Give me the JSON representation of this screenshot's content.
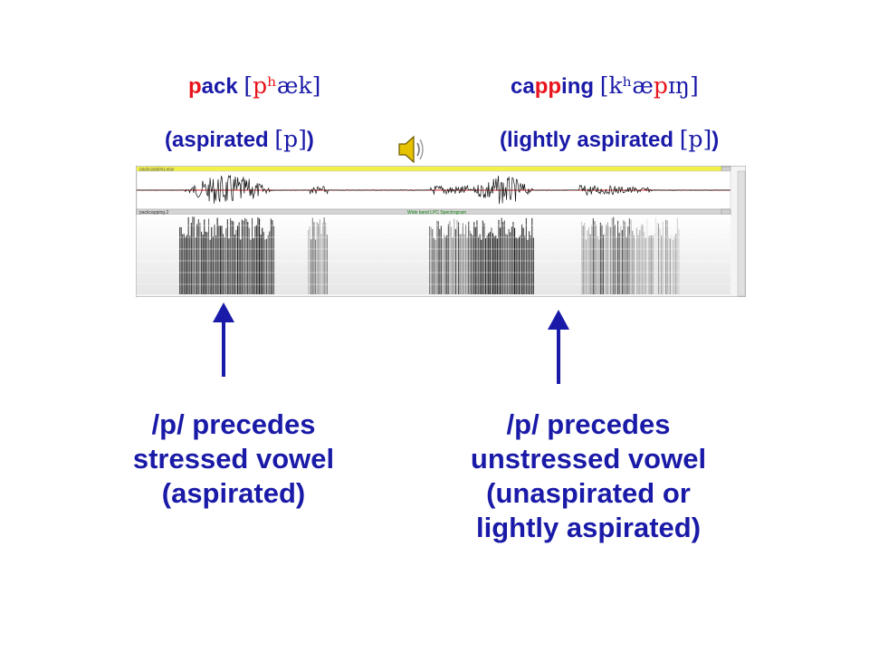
{
  "word1": {
    "pre": "",
    "highlight": "p",
    "post": "ack ",
    "ipa_open": "[",
    "ipa_highlight": "pʰ",
    "ipa_rest": "æk",
    "ipa_close": "]"
  },
  "word1_note": {
    "open": "(aspirated ",
    "ipa": "[p]",
    "close": ")"
  },
  "word2": {
    "pre": "ca",
    "highlight": "pp",
    "post": "ing ",
    "ipa_open": "[",
    "ipa_pre": "kʰæ",
    "ipa_highlight": "p",
    "ipa_rest": "ɪŋ",
    "ipa_close": "]"
  },
  "word2_note": {
    "open": "(lightly aspirated ",
    "ipa": "[p]",
    "close": ")"
  },
  "panel": {
    "waveform_title": "packcapping.wav",
    "spectrogram_title": "packcapping.2",
    "spectrogram_label": "Wide band LPC Spectrogram"
  },
  "left_note": {
    "line1": "/p/ precedes",
    "line2": "stressed vowel",
    "line3": "(aspirated)"
  },
  "right_note": {
    "line1": "/p/ precedes",
    "line2": "unstressed vowel",
    "line3": "(unaspirated or",
    "line4": "lightly aspirated)"
  },
  "colors": {
    "highlight": "#e8141c",
    "text": "#1a1aa8",
    "arrow": "#1a1aa8"
  },
  "icons": {
    "speaker": "speaker-icon"
  }
}
